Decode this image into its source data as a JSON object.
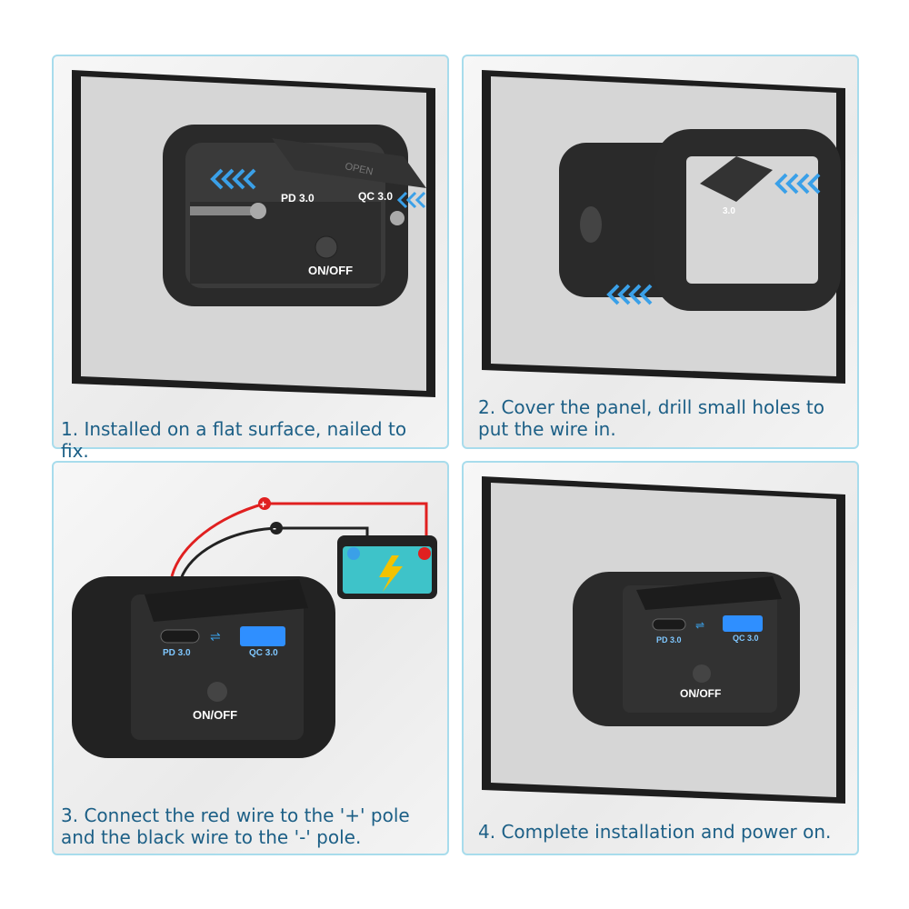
{
  "steps": [
    {
      "caption": "1. Installed on a flat surface, nailed to fix.",
      "labels": {
        "pd": "PD 3.0",
        "qc": "QC 3.0",
        "switch": "ON/OFF",
        "lid": "OPEN"
      }
    },
    {
      "caption": "2. Cover the panel, drill small holes to put the wire in.",
      "labels": {
        "pd": "3.0"
      }
    },
    {
      "caption": "3. Connect the red wire to the '+' pole and the black wire to the '-' pole.",
      "labels": {
        "pd": "PD 3.0",
        "qc": "QC 3.0",
        "switch": "ON/OFF",
        "plus": "+",
        "minus": "-"
      }
    },
    {
      "caption": "4. Complete installation and power on.",
      "labels": {
        "pd": "PD 3.0",
        "qc": "QC 3.0",
        "switch": "ON/OFF"
      }
    }
  ],
  "colors": {
    "card_border": "#a8dcec",
    "caption_text": "#1c5f86",
    "arrow_blue": "#3aa0e8",
    "usb_glow": "#2f8fff",
    "wire_red": "#e02020",
    "battery_teal": "#3ec3c9",
    "bolt_yellow": "#f2c200"
  }
}
